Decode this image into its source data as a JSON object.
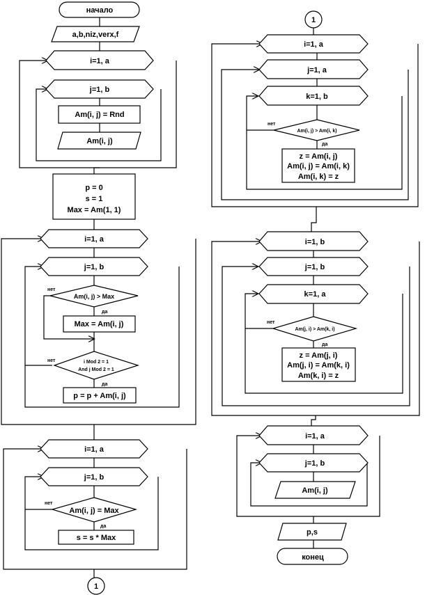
{
  "left": {
    "start": "начало",
    "input": "a,b,niz,verx,f",
    "loop_i1": "i=1, a",
    "loop_j1": "j=1, b",
    "assign_rnd": "Am(i, j) = Rnd",
    "output_am1": "Am(i, j)",
    "init_p": "p = 0",
    "init_s": "s = 1",
    "init_max": "Max = Am(1, 1)",
    "loop_i2": "i=1, a",
    "loop_j2": "j=1, b",
    "cond_max": "Am(i, j) > Max",
    "assign_max": "Max = Am(i, j)",
    "cond_mod_1": "i Mod 2 = 1",
    "cond_mod_2": "And j Mod 2 = 1",
    "assign_p": "p = p + Am(i, j)",
    "loop_i3": "i=1, a",
    "loop_j3": "j=1, b",
    "cond_eq": "Am(i, j) = Max",
    "assign_s": "s = s * Max",
    "connector": "1"
  },
  "right": {
    "connector": "1",
    "loop_i4": "i=1, a",
    "loop_j4": "j=1, a",
    "loop_k4": "k=1, b",
    "cond_sort1": "Am(i, j) > Am(i, k)",
    "swap1_a": "z = Am(i, j)",
    "swap1_b": "Am(i, j) = Am(i, k)",
    "swap1_c": "Am(i, k) = z",
    "loop_i5": "i=1, b",
    "loop_j5": "j=1, b",
    "loop_k5": "k=1, a",
    "cond_sort2": "Am(j, i) > Am(k, i)",
    "swap2_a": "z = Am(j, i)",
    "swap2_b": "Am(j, i) = Am(k, i)",
    "swap2_c": "Am(k, i) = z",
    "loop_i6": "i=1, a",
    "loop_j6": "j=1, b",
    "output_am2": "Am(i, j)",
    "output_ps": "p,s",
    "end": "конец"
  },
  "branch": {
    "no": "нет",
    "yes": "да"
  }
}
